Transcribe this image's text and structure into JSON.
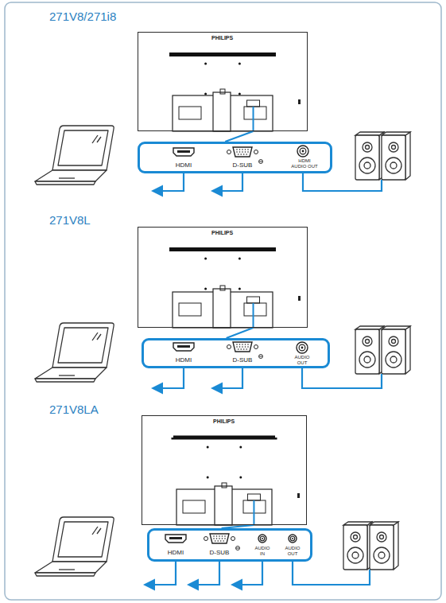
{
  "diagram": {
    "nodes": [
      {
        "text": [
          "PHILIPS"
        ]
      },
      {
        "text": [
          "HDMI",
          "D-SUB",
          "HDMI AUDIO OUT"
        ]
      },
      {
        "text": [
          "PHILIPS"
        ]
      },
      {
        "text": [
          "HDMI",
          "D-SUB",
          "AUDIO OUT"
        ]
      },
      {
        "text": [
          "PHILIPS"
        ]
      },
      {
        "text": [
          "HDMI",
          "D-SUB",
          "AUDIO IN",
          "AUDIO OUT"
        ]
      }
    ],
    "edges": [
      {
        "from": 0,
        "to": 1,
        "arrow": "none"
      },
      {
        "from": 2,
        "to": 3,
        "arrow": "none"
      },
      {
        "from": 4,
        "to": 5,
        "arrow": "none"
      }
    ],
    "labels": [
      "271V8/271i8",
      "271V8L",
      "271V8LA"
    ]
  }
}
